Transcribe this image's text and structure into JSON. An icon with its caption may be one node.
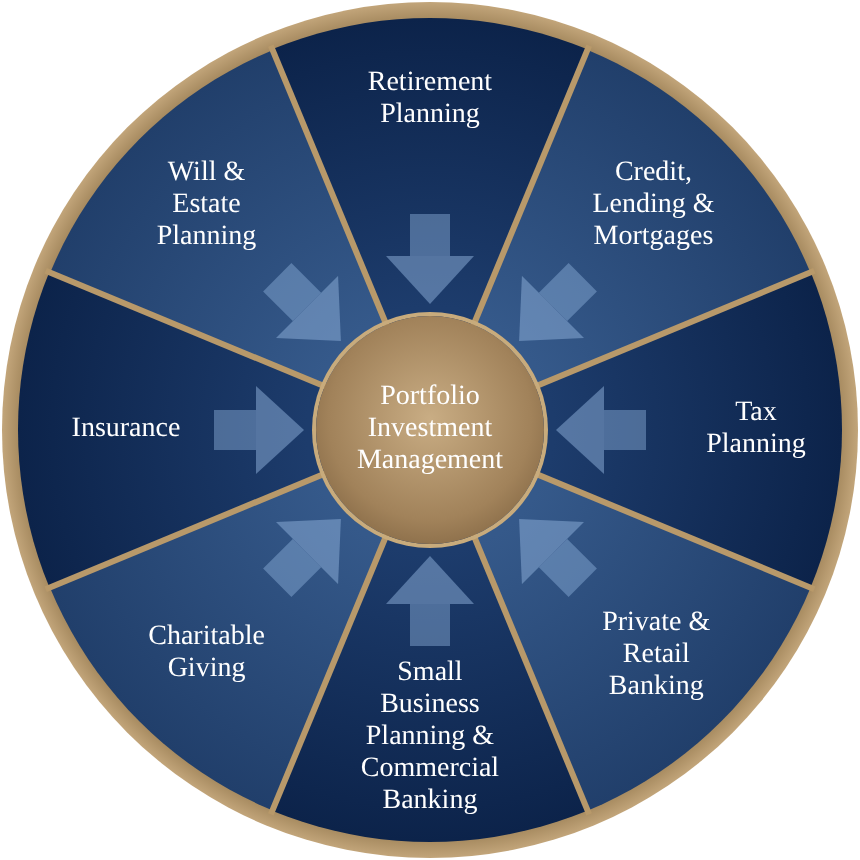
{
  "diagram": {
    "nodes": [
      {
        "text": [
          "Retirement Planning"
        ]
      },
      {
        "text": [
          "Credit, Lending & Mortgages"
        ]
      },
      {
        "text": [
          "Tax Planning"
        ]
      },
      {
        "text": [
          "Private & Retail Banking"
        ]
      },
      {
        "text": [
          "Small Business Planning & Commercial Banking"
        ]
      },
      {
        "text": [
          "Charitable Giving"
        ]
      },
      {
        "text": [
          "Insurance"
        ]
      },
      {
        "text": [
          "Will & Estate Planning"
        ]
      },
      {
        "text": [
          "Portfolio Investment Management"
        ]
      }
    ],
    "edges": [
      {
        "from": 0,
        "to": 8,
        "arrow": "to"
      },
      {
        "from": 1,
        "to": 8,
        "arrow": "to"
      },
      {
        "from": 2,
        "to": 8,
        "arrow": "to"
      },
      {
        "from": 3,
        "to": 8,
        "arrow": "to"
      },
      {
        "from": 4,
        "to": 8,
        "arrow": "to"
      },
      {
        "from": 5,
        "to": 8,
        "arrow": "to"
      },
      {
        "from": 6,
        "to": 8,
        "arrow": "to"
      },
      {
        "from": 7,
        "to": 8,
        "arrow": "to"
      }
    ]
  }
}
